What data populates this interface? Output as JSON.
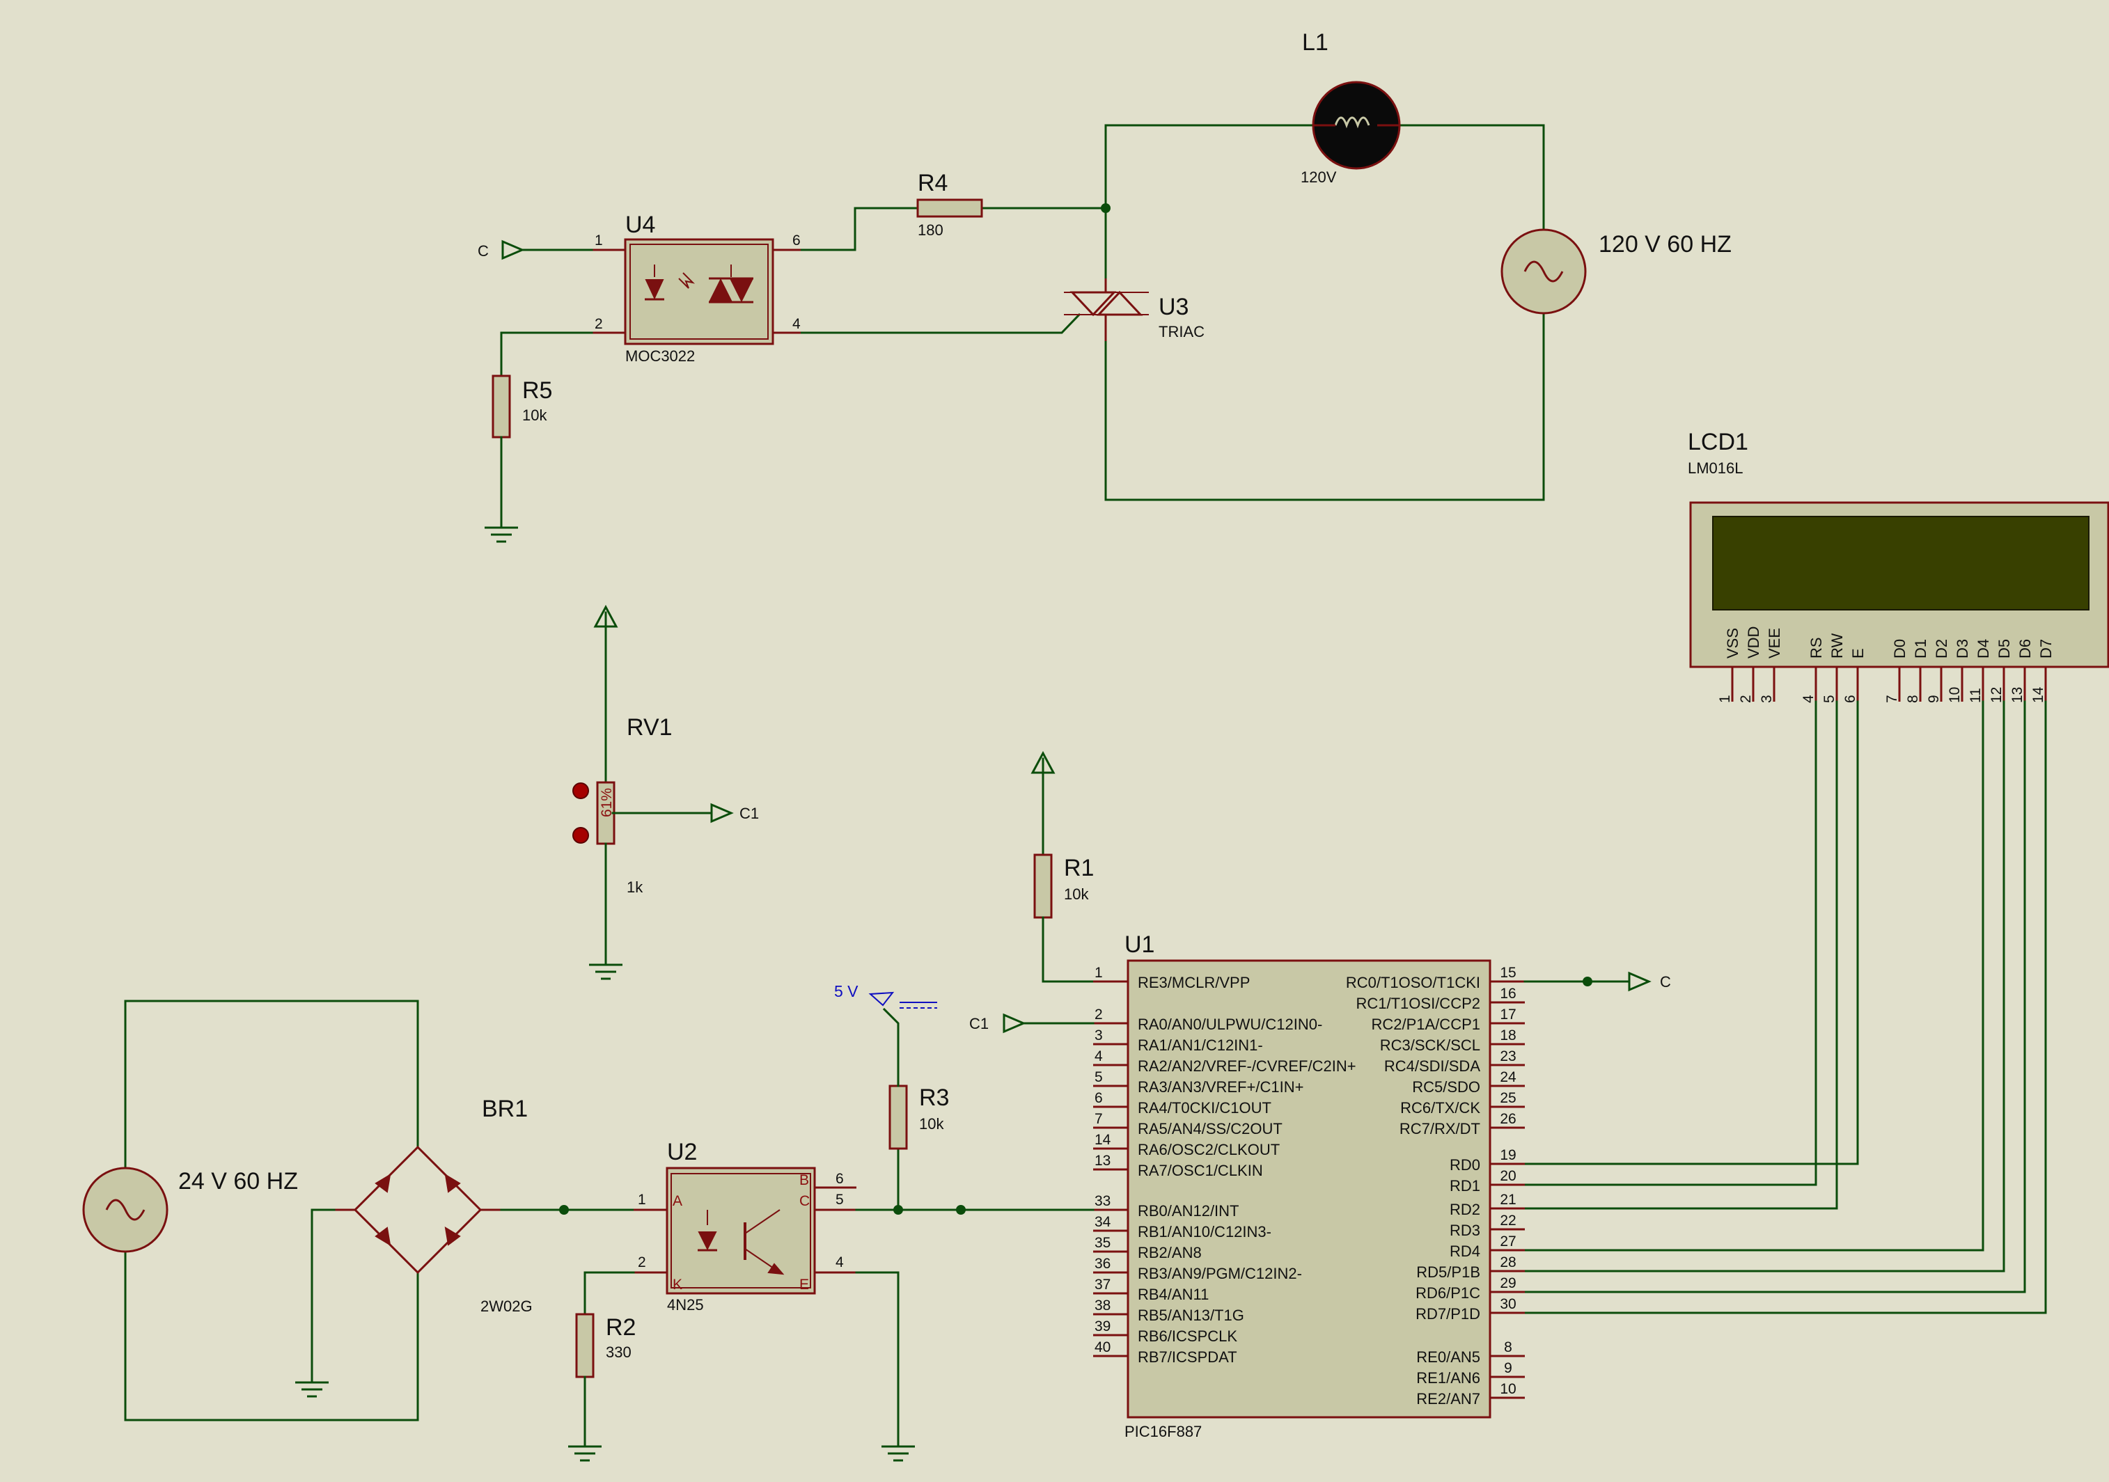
{
  "components": {
    "L1": {
      "ref": "L1",
      "value": "120V"
    },
    "U4": {
      "ref": "U4",
      "value": "MOC3022",
      "pins": [
        "1",
        "2",
        "6",
        "4"
      ]
    },
    "R4": {
      "ref": "R4",
      "value": "180"
    },
    "U3": {
      "ref": "U3",
      "value": "TRIAC"
    },
    "V1": {
      "label": "120 V 60 HZ"
    },
    "R5": {
      "ref": "R5",
      "value": "10k"
    },
    "LCD1": {
      "ref": "LCD1",
      "value": "LM016L",
      "pin_names": [
        "VSS",
        "VDD",
        "VEE",
        "RS",
        "RW",
        "E",
        "D0",
        "D1",
        "D2",
        "D3",
        "D4",
        "D5",
        "D6",
        "D7"
      ],
      "pin_numbers": [
        "1",
        "2",
        "3",
        "4",
        "5",
        "6",
        "7",
        "8",
        "9",
        "10",
        "11",
        "12",
        "13",
        "14"
      ]
    },
    "RV1": {
      "ref": "RV1",
      "value": "1k",
      "wiper": "61%"
    },
    "R1": {
      "ref": "R1",
      "value": "10k"
    },
    "U1": {
      "ref": "U1",
      "value": "PIC16F887",
      "left_pins": [
        {
          "num": "1",
          "name": "RE3/MCLR/VPP"
        },
        {
          "num": "2",
          "name": "RA0/AN0/ULPWU/C12IN0-"
        },
        {
          "num": "3",
          "name": "RA1/AN1/C12IN1-"
        },
        {
          "num": "4",
          "name": "RA2/AN2/VREF-/CVREF/C2IN+"
        },
        {
          "num": "5",
          "name": "RA3/AN3/VREF+/C1IN+"
        },
        {
          "num": "6",
          "name": "RA4/T0CKI/C1OUT"
        },
        {
          "num": "7",
          "name": "RA5/AN4/SS/C2OUT"
        },
        {
          "num": "14",
          "name": "RA6/OSC2/CLKOUT"
        },
        {
          "num": "13",
          "name": "RA7/OSC1/CLKIN"
        },
        {
          "num": "33",
          "name": "RB0/AN12/INT"
        },
        {
          "num": "34",
          "name": "RB1/AN10/C12IN3-"
        },
        {
          "num": "35",
          "name": "RB2/AN8"
        },
        {
          "num": "36",
          "name": "RB3/AN9/PGM/C12IN2-"
        },
        {
          "num": "37",
          "name": "RB4/AN11"
        },
        {
          "num": "38",
          "name": "RB5/AN13/T1G"
        },
        {
          "num": "39",
          "name": "RB6/ICSPCLK"
        },
        {
          "num": "40",
          "name": "RB7/ICSPDAT"
        }
      ],
      "right_pins": [
        {
          "num": "15",
          "name": "RC0/T1OSO/T1CKI"
        },
        {
          "num": "16",
          "name": "RC1/T1OSI/CCP2"
        },
        {
          "num": "17",
          "name": "RC2/P1A/CCP1"
        },
        {
          "num": "18",
          "name": "RC3/SCK/SCL"
        },
        {
          "num": "23",
          "name": "RC4/SDI/SDA"
        },
        {
          "num": "24",
          "name": "RC5/SDO"
        },
        {
          "num": "25",
          "name": "RC6/TX/CK"
        },
        {
          "num": "26",
          "name": "RC7/RX/DT"
        },
        {
          "num": "19",
          "name": "RD0"
        },
        {
          "num": "20",
          "name": "RD1"
        },
        {
          "num": "21",
          "name": "RD2"
        },
        {
          "num": "22",
          "name": "RD3"
        },
        {
          "num": "27",
          "name": "RD4"
        },
        {
          "num": "28",
          "name": "RD5/P1B"
        },
        {
          "num": "29",
          "name": "RD6/P1C"
        },
        {
          "num": "30",
          "name": "RD7/P1D"
        },
        {
          "num": "8",
          "name": "RE0/AN5"
        },
        {
          "num": "9",
          "name": "RE1/AN6"
        },
        {
          "num": "10",
          "name": "RE2/AN7"
        }
      ]
    },
    "V2": {
      "label": "24 V 60 HZ"
    },
    "BR1": {
      "ref": "BR1",
      "value": "2W02G"
    },
    "U2": {
      "ref": "U2",
      "value": "4N25",
      "pins": [
        "1",
        "2",
        "6",
        "5",
        "4"
      ],
      "terms": [
        "A",
        "K",
        "B",
        "C",
        "E"
      ]
    },
    "R3": {
      "ref": "R3",
      "value": "10k"
    },
    "R2": {
      "ref": "R2",
      "value": "330"
    }
  },
  "net_labels": {
    "c": "C",
    "c1": "C1",
    "supply": "5 V"
  }
}
